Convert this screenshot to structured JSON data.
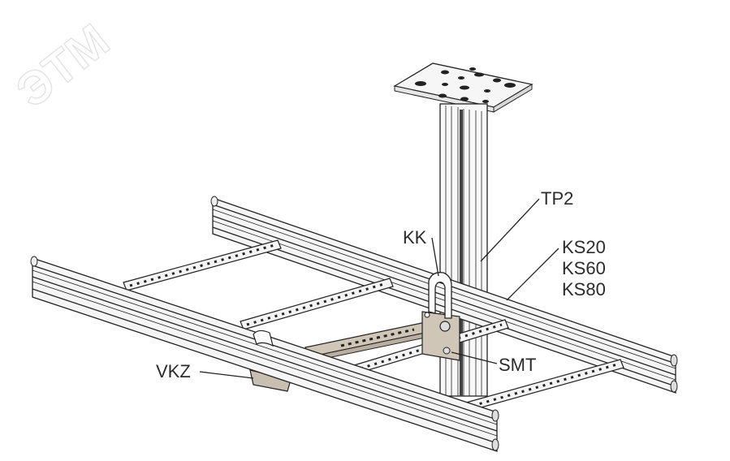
{
  "watermark": "ЭТМ",
  "labels": {
    "tp2": "TP2",
    "kk": "KK",
    "ks20": "KS20",
    "ks60": "KS60",
    "ks80": "KS80",
    "smt": "SMT",
    "vkz": "VKZ"
  },
  "colors": {
    "line": "#222222",
    "metal": "#f4f4f4",
    "bracket": "#c9bfb0",
    "text": "#2b2b2b"
  }
}
